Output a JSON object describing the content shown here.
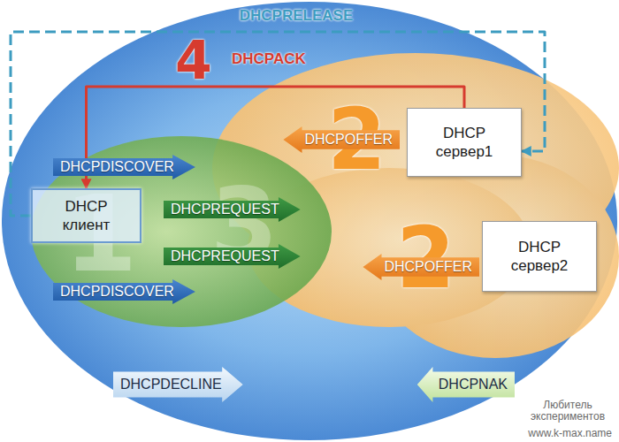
{
  "diagram": {
    "nodes": [
      {
        "text": [
          "DHCP клиент"
        ]
      },
      {
        "text": [
          "DHCP сервер1"
        ]
      },
      {
        "text": [
          "DHCP сервер2"
        ]
      }
    ],
    "edges": [
      {
        "from": 1,
        "to": 0,
        "arrow": "to",
        "label": "DHCPACK"
      },
      {
        "from": 0,
        "to": 1,
        "arrow": "to",
        "label": "DHCPRELEASE"
      }
    ],
    "labels": [
      "DHCPDISCOVER",
      "DHCPDISCOVER",
      "DHCPREQUEST",
      "DHCPREQUEST",
      "DHCPOFFER",
      "DHCPOFFER",
      "DHCPDECLINE",
      "DHCPNAK",
      "1",
      "2",
      "3",
      "2",
      "4",
      "Любитель экспериментов",
      "www.k-max.name"
    ]
  }
}
